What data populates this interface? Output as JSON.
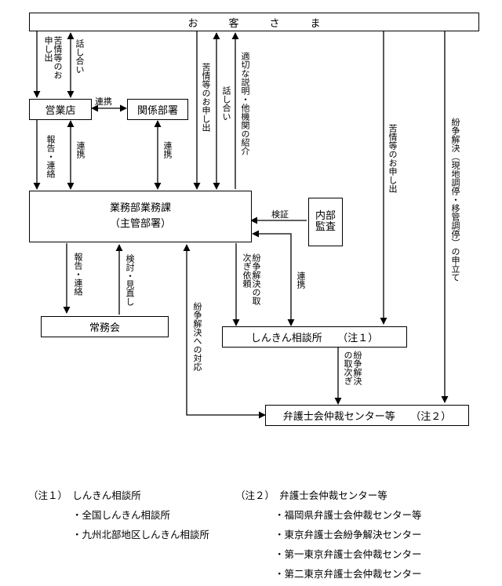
{
  "boxes": {
    "customer": "お　　　客　　　さ　　　ま",
    "branch": "営業店",
    "related_dept": "関係部署",
    "business_line1": "業務部業務課",
    "business_line2": "（主管部署）",
    "internal_audit": "内部監査",
    "board": "常務会",
    "shinkin_center": "しんきん相談所　　（注１）",
    "bar_center": "弁護士会仲裁センター等　　（注２）"
  },
  "labels": {
    "complaint_a": "苦情等のお申し出",
    "discussion_a": "話し合い",
    "renkei_branch_dept": "連携",
    "report_branch": "報告・連絡",
    "renkei_branch_biz": "連携",
    "renkei_dept_biz": "連携",
    "complaint_b": "苦情等のお申し出",
    "discussion_b": "話し合い",
    "introduction": "適切な説明・他機関の紹介",
    "complaint_c": "苦情等のお申し出",
    "dispute_direct": "紛争解決（現地調停・移管調停）の申立て",
    "audit": "検証",
    "report_board": "報告・連絡",
    "review": "検討・見直し",
    "dispute_response": "紛争解決への対応",
    "dispute_request": "紛争解決の取次ぎ依頼",
    "renkei_biz_center": "連携",
    "dispute_relay": "紛争解決の取次ぎ"
  },
  "notes": {
    "note1_title": "（注１）　しんきん相談所",
    "note1_items": [
      "・全国しんきん相談所",
      "・九州北部地区しんきん相談所"
    ],
    "note2_title": "（注２）　弁護士会仲裁センター等",
    "note2_items": [
      "・福岡県弁護士会仲裁センター等",
      "・東京弁護士会紛争解決センター",
      "・第一東京弁護士会仲裁センター",
      "・第二東京弁護士会仲裁センター"
    ]
  }
}
